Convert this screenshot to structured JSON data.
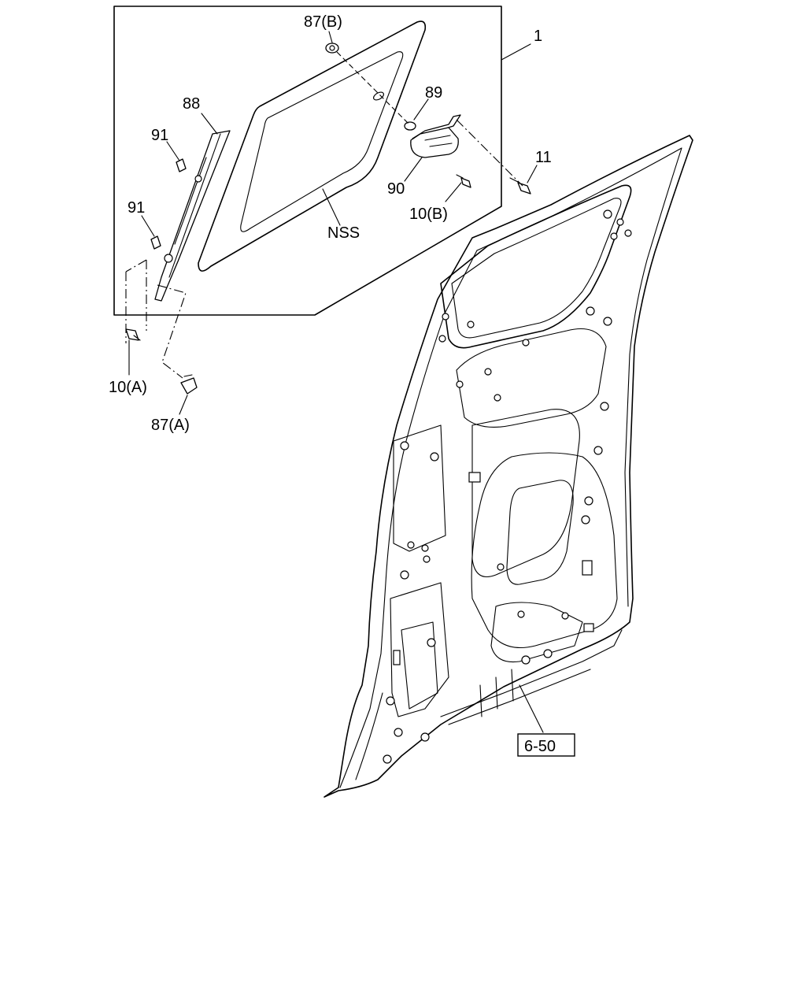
{
  "labels": {
    "part_1": "1",
    "part_87b": "87(B)",
    "part_89": "89",
    "part_88": "88",
    "part_91_upper": "91",
    "part_91_lower": "91",
    "part_11": "11",
    "part_90": "90",
    "part_10b": "10(B)",
    "part_nss": "NSS",
    "part_10a": "10(A)",
    "part_87a": "87(A)",
    "ref_6_50": "6-50"
  }
}
